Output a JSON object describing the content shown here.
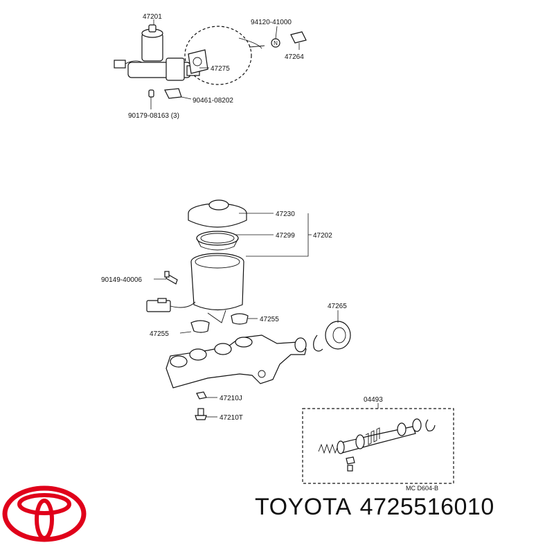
{
  "parts": {
    "p47201": "47201",
    "p94120": "94120-41000",
    "p47264": "47264",
    "p47275": "47275",
    "p90461": "90461-08202",
    "p90179": "90179-08163 (3)",
    "p47230": "47230",
    "p47299": "47299",
    "p47202": "47202",
    "p90149": "90149-40006",
    "p47265": "47265",
    "p47255a": "47255",
    "p47255b": "47255",
    "p47210J": "47210J",
    "p47210T": "47210T",
    "p04493": "04493"
  },
  "n_symbol": "N",
  "diagram_code": "MC  D604-B",
  "brand": {
    "name": "TOYOTA",
    "part_number": "4725516010",
    "logo_color": "#e0001a"
  }
}
